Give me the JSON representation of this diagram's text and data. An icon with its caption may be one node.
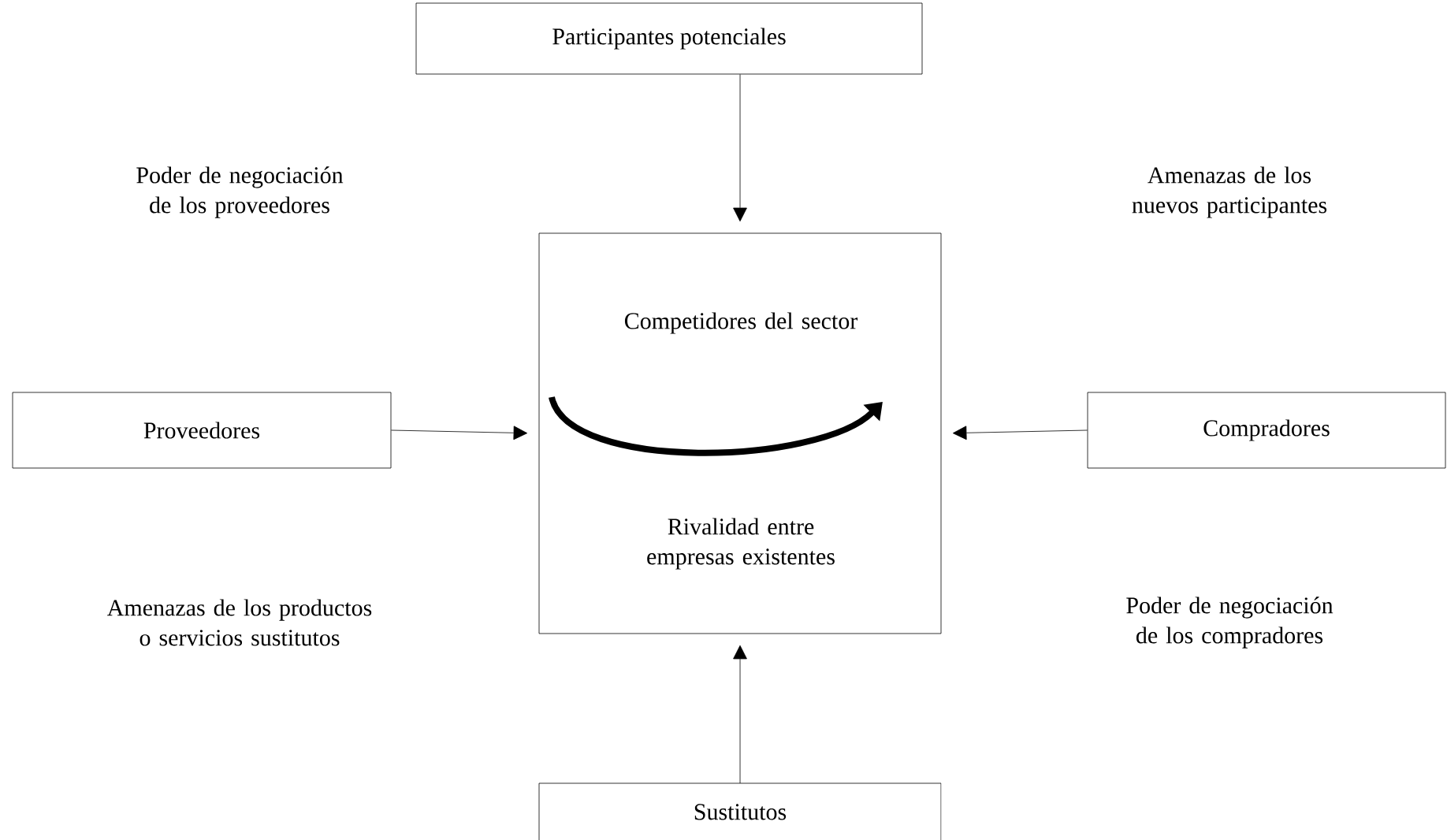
{
  "diagram": {
    "nodes": [
      {
        "text": [
          "Participantes potenciales"
        ]
      },
      {
        "text": [
          "Competidores del sector",
          "Rivalidad entre empresas existentes"
        ]
      },
      {
        "text": [
          "Proveedores"
        ]
      },
      {
        "text": [
          "Compradores"
        ]
      },
      {
        "text": [
          "Sustitutos"
        ]
      }
    ],
    "edges": [
      {
        "from": 0,
        "to": 1,
        "arrow": "to"
      },
      {
        "from": 2,
        "to": 1,
        "arrow": "to"
      },
      {
        "from": 3,
        "to": 1,
        "arrow": "to"
      },
      {
        "from": 4,
        "to": 1,
        "arrow": "to"
      }
    ],
    "labels": [
      "Poder de negociación de los proveedores",
      "Amenazas de los nuevos participantes",
      "Amenazas de los productos o servicios sustitutos",
      "Poder de negociación de los compradores"
    ]
  }
}
